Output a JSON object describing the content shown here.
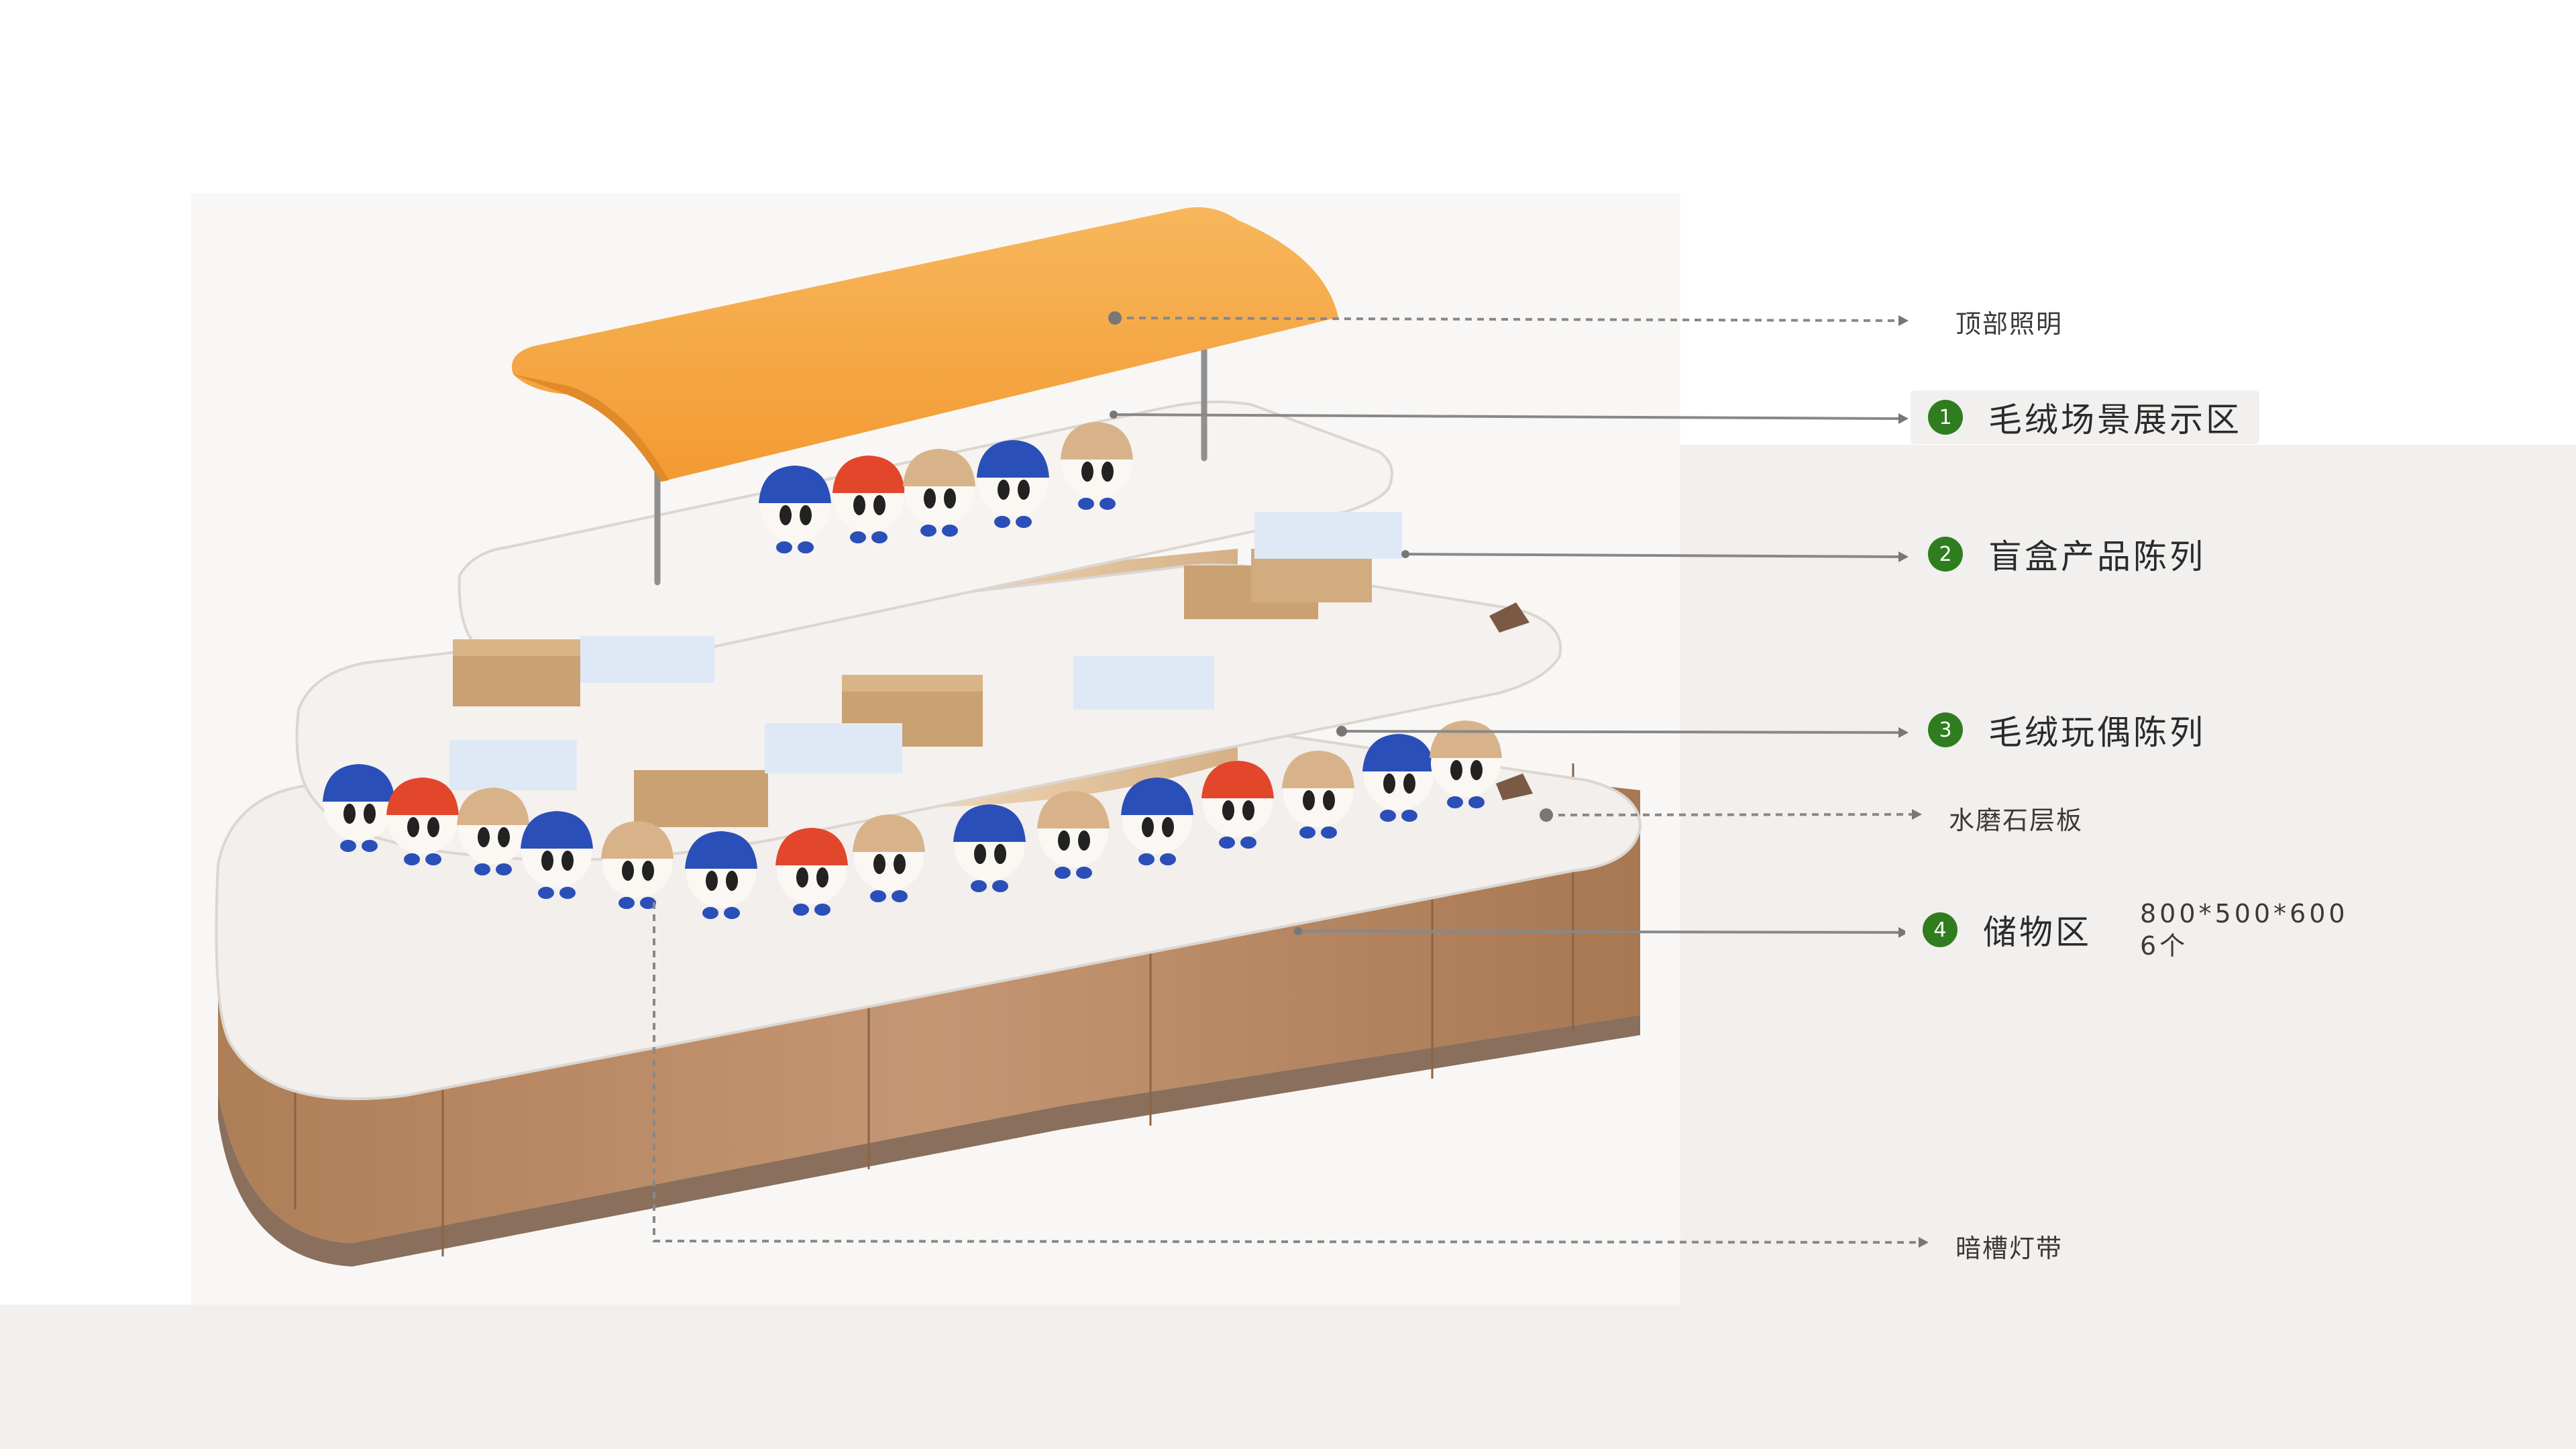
{
  "labels": {
    "top_lighting": "顶部照明",
    "plush_scene": {
      "num": "1",
      "text": "毛绒场景展示区"
    },
    "blind_box": {
      "num": "2",
      "text": "盲盒产品陈列"
    },
    "plush_toy": {
      "num": "3",
      "text": "毛绒玩偶陈列"
    },
    "terrazzo": "水磨石层板",
    "storage": {
      "num": "4",
      "text": "储物区"
    },
    "storage_spec": {
      "size": "800*500*600",
      "count": "6个"
    },
    "cove_light": "暗槽灯带"
  },
  "colors": {
    "canopy": "#f5a94a",
    "wood": "#b98a63",
    "terrazzo": "#f2efec",
    "badge": "#2f7d1f",
    "cap_blue": "#2b4fb8",
    "cap_red": "#e2472c",
    "cap_beige": "#d8b38a",
    "box_kraft": "#c9a172",
    "box_white": "#dfe9f6"
  },
  "icons": [
    "plush-figure-icon",
    "kraft-box-icon",
    "blind-box-icon",
    "price-tag-icon"
  ]
}
